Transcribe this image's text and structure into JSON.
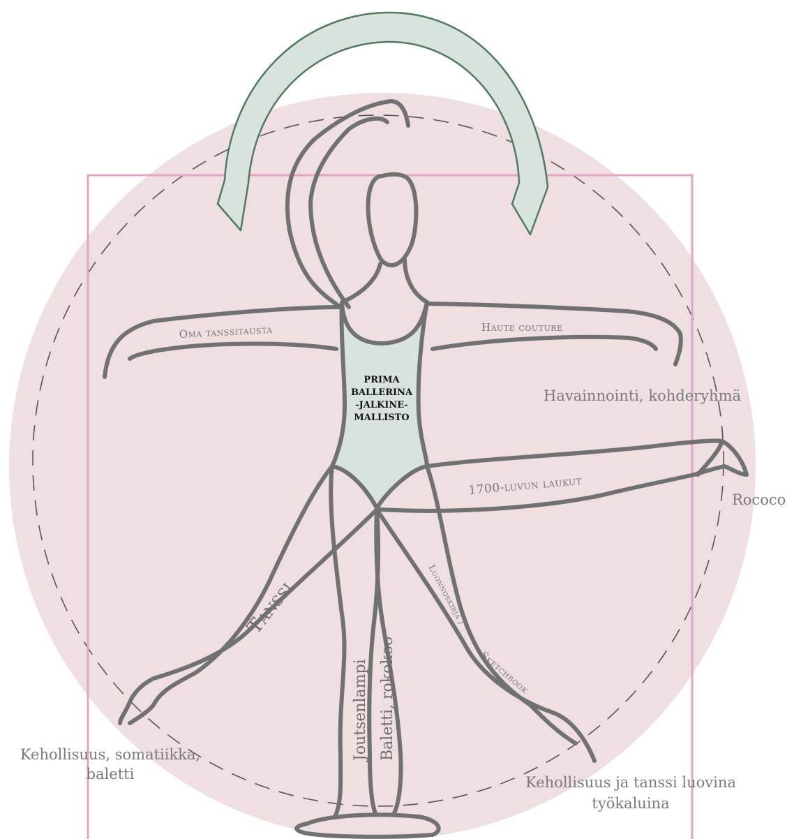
{
  "center_label": {
    "line1": "PRIMA",
    "line2": "BALLERINA",
    "line3": "-JALKINE-",
    "line4": "MALLISTO"
  },
  "arms": {
    "left": "Oma tanssitausta",
    "right": "Haute couture"
  },
  "legs": {
    "raised_leg": "1700-luvun laukut",
    "left_leg": "Tanssi",
    "standing_left": "Joutsenlampi",
    "standing_right": "Baletti, rokokoo",
    "right_leg_line1": "Luonnoskirja /",
    "right_leg_line2": "Sketchbook"
  },
  "outer_labels": {
    "observation": "Havainnointi, kohderyhmä",
    "rococo": "Rococo",
    "embodiment_left_line1": "Kehollisuus, somatiikka,",
    "embodiment_left_line2": "baletti",
    "embodiment_right_line1": "Kehollisuus ja tanssi luovina",
    "embodiment_right_line2": "työkaluina"
  },
  "colors": {
    "circle_fill": "#efdfe1",
    "square_stroke": "#e6a3c6",
    "leotard_fill": "#d9e3de",
    "arrow_fill": "#d9e3de",
    "arrow_stroke": "#4f7a5e",
    "outline": "#6f7172",
    "text": "#7a7a7a"
  }
}
